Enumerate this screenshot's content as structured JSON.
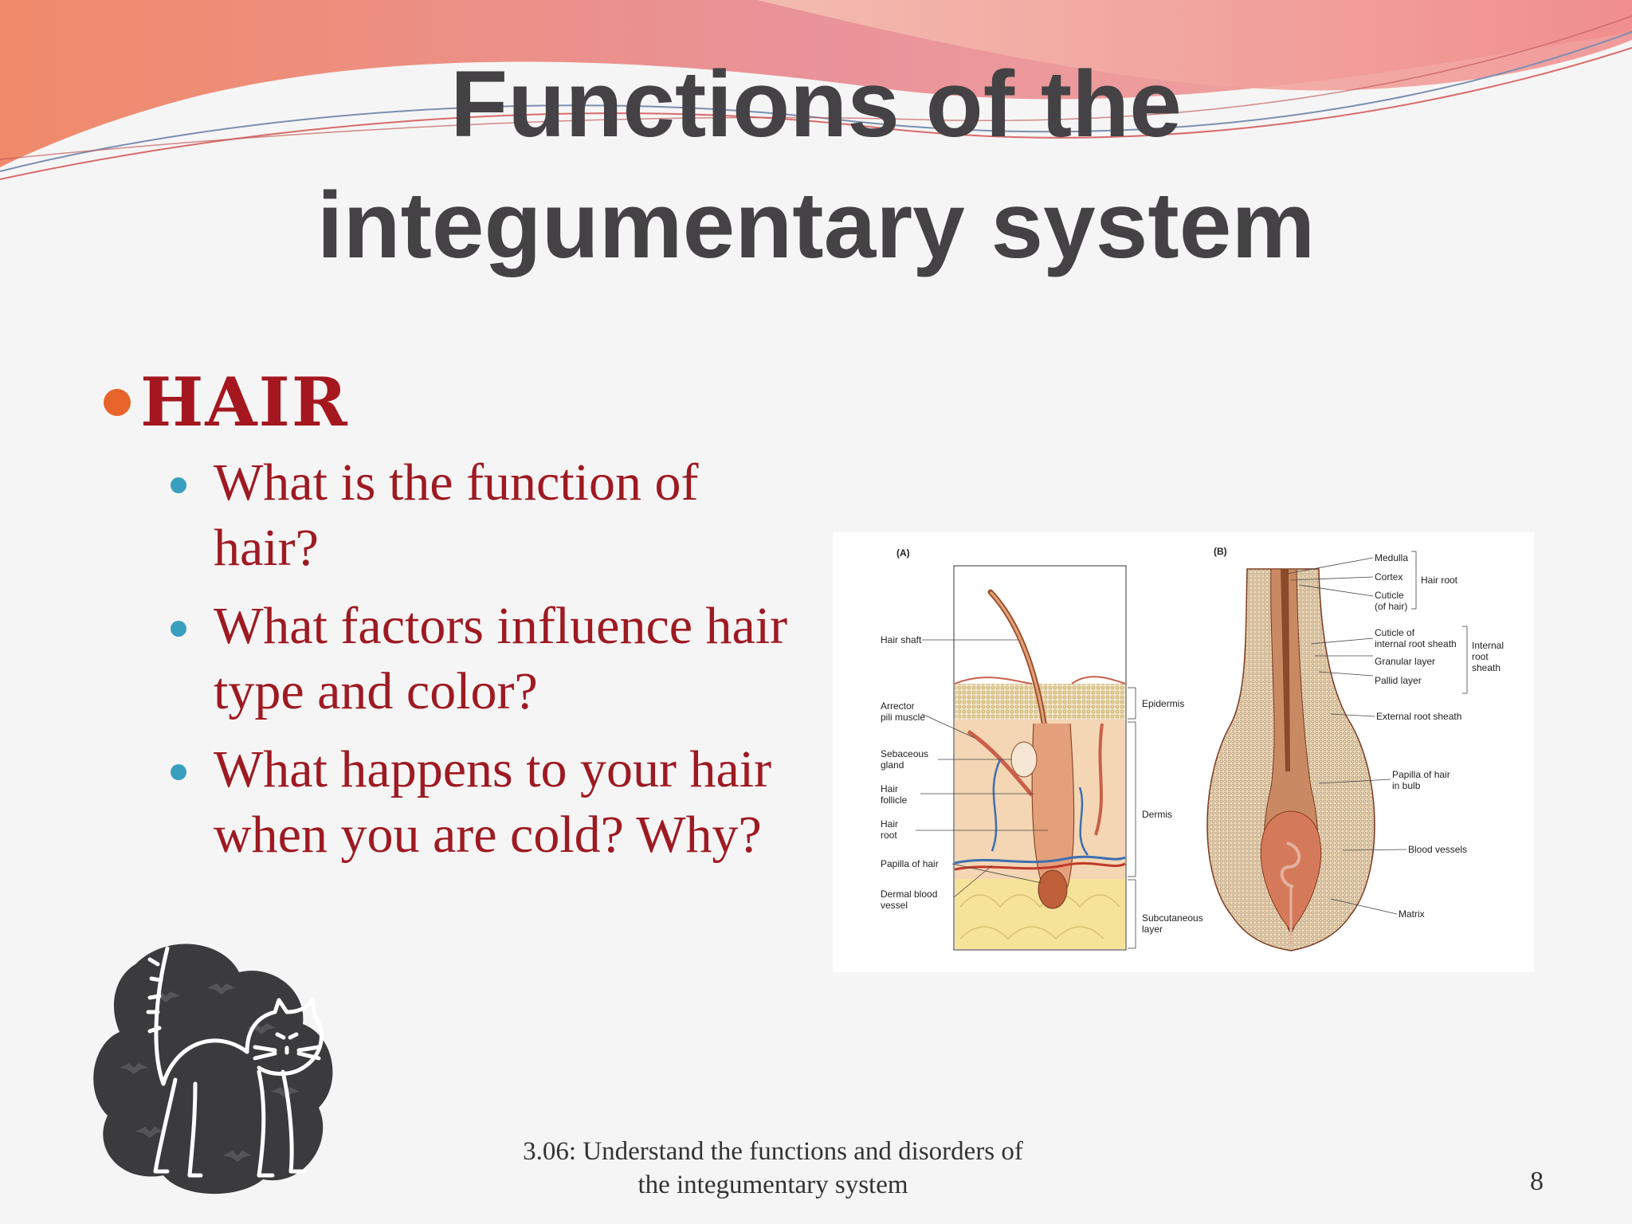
{
  "slide": {
    "title_line1": "Functions of the",
    "title_line2": "integumentary system",
    "heading": "HAIR",
    "questions": [
      "What is the function of hair?",
      "What factors influence hair type and color?",
      "What happens to your hair when you are cold? Why?"
    ],
    "footer_line1": "3.06: Understand the functions and disorders of",
    "footer_line2": "the integumentary system",
    "page_number": "8",
    "colors": {
      "heading": "#a5171f",
      "question_text": "#9e1a22",
      "main_bullet": "#e8642a",
      "sub_bullet": "#3a9fbf",
      "title": "#444244"
    }
  },
  "diagram": {
    "panel_a": "(A)",
    "panel_b": "(B)",
    "labels_a": {
      "hair_shaft": "Hair shaft",
      "arrector_1": "Arrector",
      "arrector_2": "pili muscle",
      "sebaceous_1": "Sebaceous",
      "sebaceous_2": "gland",
      "follicle_1": "Hair",
      "follicle_2": "follicle",
      "root_1": "Hair",
      "root_2": "root",
      "papilla": "Papilla of hair",
      "dermal_1": "Dermal blood",
      "dermal_2": "vessel",
      "epidermis": "Epidermis",
      "dermis": "Dermis",
      "subcut_1": "Subcutaneous",
      "subcut_2": "layer"
    },
    "labels_b": {
      "medulla": "Medulla",
      "cortex": "Cortex",
      "cuticle_1": "Cuticle",
      "cuticle_2": "(of hair)",
      "hair_root": "Hair root",
      "cuticle_irs_1": "Cuticle of",
      "cuticle_irs_2": "internal root sheath",
      "granular": "Granular layer",
      "pallid": "Pallid layer",
      "internal_1": "Internal",
      "internal_2": "root",
      "internal_3": "sheath",
      "external": "External root sheath",
      "papilla_1": "Papilla of hair",
      "papilla_2": "in bulb",
      "blood": "Blood vessels",
      "matrix": "Matrix"
    }
  },
  "icons": {
    "cat": "scared-cat-icon",
    "bats": "bat-pattern"
  }
}
